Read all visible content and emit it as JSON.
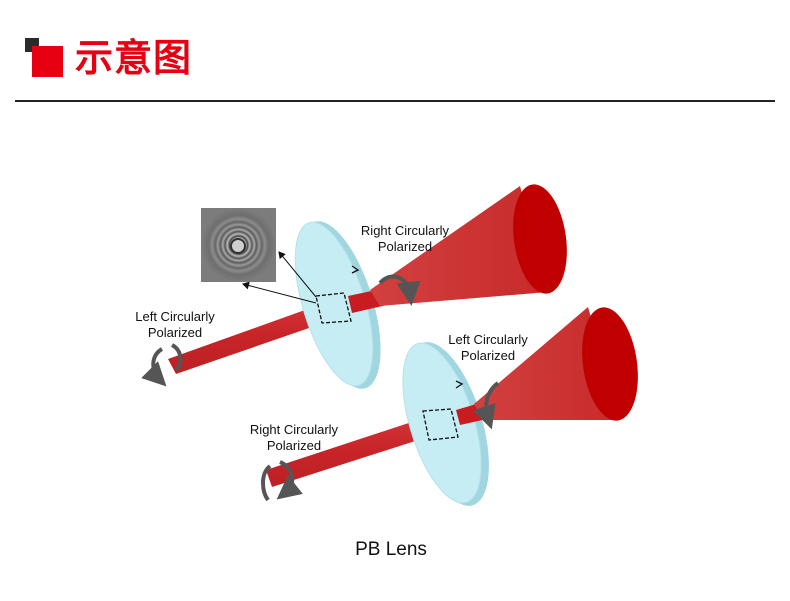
{
  "header": {
    "title": "示意图"
  },
  "labels": {
    "top_left_beam": [
      "Left Circularly",
      "Polarized"
    ],
    "top_right_beam": [
      "Right Circularly",
      "Polarized"
    ],
    "bottom_right_beam": [
      "Left Circularly",
      "Polarized"
    ],
    "bottom_left_beam": [
      "Right Circularly",
      "Polarized"
    ]
  },
  "caption": "PB Lens",
  "colors": {
    "accent_red": "#e60012",
    "beam_red": "#cc1f24",
    "lens_fill": "#bde8f0"
  },
  "icons": {
    "logo": "red-square-logo-icon",
    "rotation": "curved-rotation-arrow-icon",
    "interference": "interference-ring-pattern-icon"
  }
}
